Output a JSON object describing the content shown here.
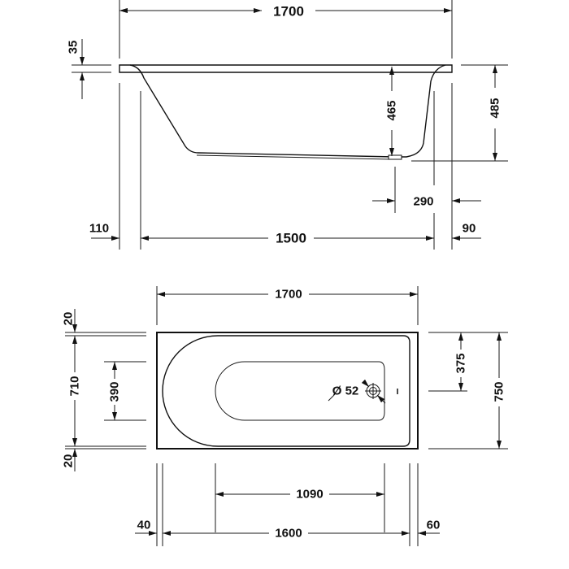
{
  "side_view": {
    "overall_length": "1700",
    "rim_thickness": "35",
    "inner_depth": "465",
    "overall_height": "485",
    "drain_offset": "290",
    "left_offset": "110",
    "base_length": "1500",
    "right_offset": "90"
  },
  "top_view": {
    "overall_length": "1700",
    "rim_top": "20",
    "inner_width": "710",
    "rim_bottom": "20",
    "basin_width": "390",
    "drain_center": "375",
    "overall_width": "750",
    "drain_diameter": "Ø 52",
    "basin_length": "1090",
    "inner_length": "1600",
    "left_rim": "40",
    "right_rim": "60"
  }
}
